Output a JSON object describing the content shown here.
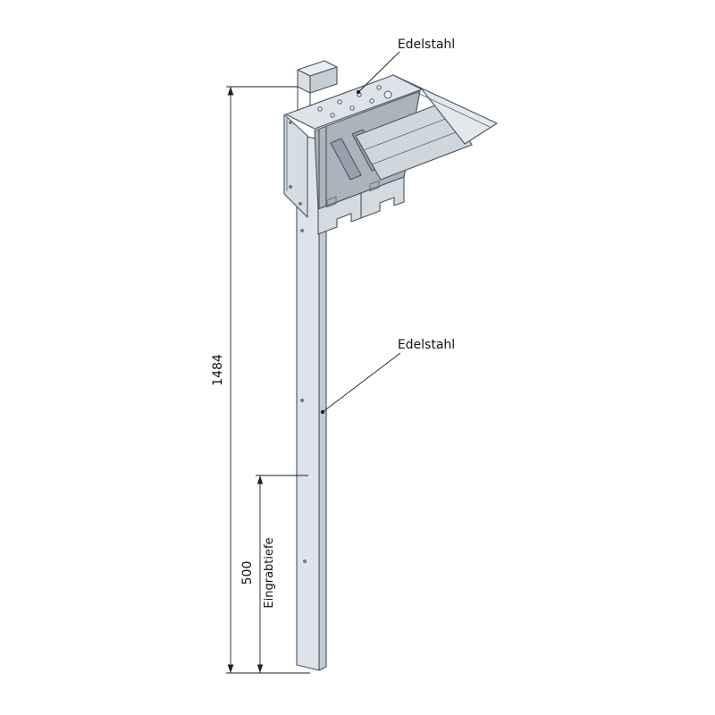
{
  "diagram": {
    "type": "technical-drawing",
    "subject": "stainless-steel post with mounting head, isometric view with dimensions",
    "callouts": {
      "head_material": "Edelstahl",
      "post_material": "Edelstahl"
    },
    "dimensions": {
      "total_height": "1484",
      "buried_depth": "500",
      "buried_depth_label": "Eingrabtiefe"
    },
    "colors": {
      "background": "#ffffff",
      "part_outline": "#49545f",
      "part_fill_light": "#e3e8ec",
      "part_fill_mid": "#dde3e8",
      "part_fill_dark": "#aab4bd",
      "dimension_ink": "#1f1f1f"
    }
  }
}
